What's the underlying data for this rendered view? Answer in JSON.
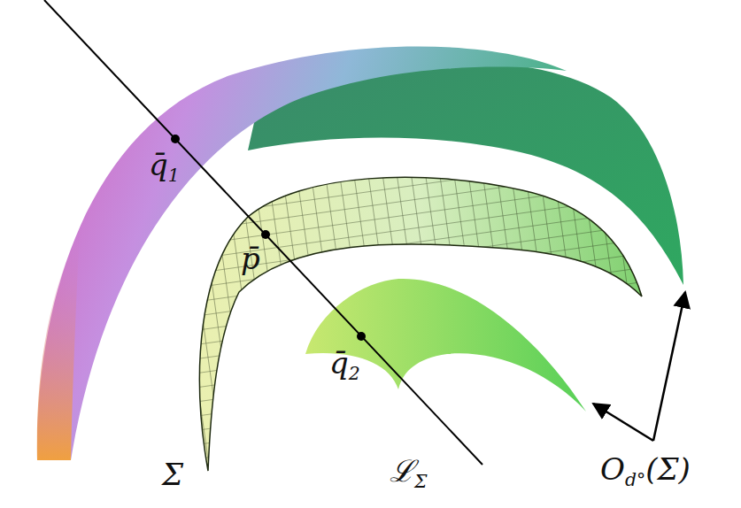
{
  "diagram": {
    "labels": [
      "q̄1",
      "p̄",
      "q̄2",
      "Σ",
      "ℒΣ",
      "Od°(Σ)"
    ]
  }
}
